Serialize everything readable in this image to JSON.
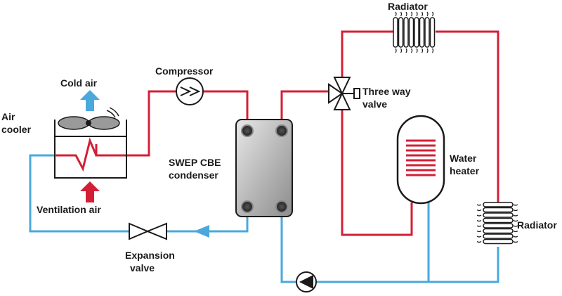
{
  "labels": {
    "radiator_top": "Radiator",
    "radiator_side": "Radiator",
    "compressor": "Compressor",
    "cold_air": "Cold air",
    "air_cooler_line1": "Air",
    "air_cooler_line2": "cooler",
    "three_way_valve_line1": "Three way",
    "three_way_valve_line2": "valve",
    "condenser_line1": "SWEP CBE",
    "condenser_line2": "condenser",
    "water_heater_line1": "Water",
    "water_heater_line2": "heater",
    "ventilation_air": "Ventilation air",
    "expansion_valve_line1": "Expansion",
    "expansion_valve_line2": "valve"
  },
  "colors": {
    "hot_line": "#d31f36",
    "cold_line": "#4aa8dd",
    "arrow_up_cold": "#4aa8dd",
    "arrow_up_hot": "#d31f36",
    "outline": "#1a1a1a",
    "fan": "#9a9a9a",
    "condenser_fill": "#c9c9c9"
  }
}
